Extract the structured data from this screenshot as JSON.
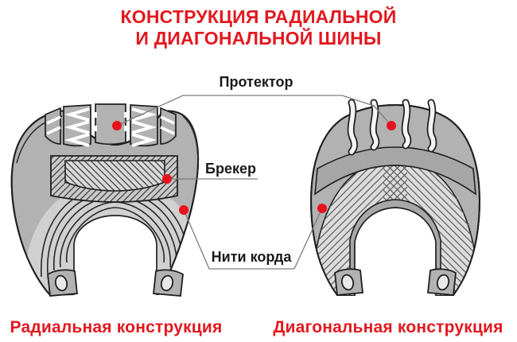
{
  "title": {
    "line1": "КОНСТРУКЦИЯ РАДИАЛЬНОЙ",
    "line2": "И ДИАГОНАЛЬНОЙ ШИНЫ"
  },
  "callouts": {
    "tread": "Протектор",
    "breaker": "Брекер",
    "cords": "Нити корда"
  },
  "captions": {
    "radial": "Радиальная конструкция",
    "diagonal": "Диагональная конструкция"
  },
  "colors": {
    "title_red": "#e2181f",
    "caption_red": "#e2181f",
    "marker_red": "#e8121d",
    "callout_text": "#1a1a1a",
    "tire_body_gray": "#b2b2b2",
    "hatch_bg_light": "#dcdcdc",
    "outline_dark": "#1f1f1f",
    "background": "#ffffff"
  }
}
